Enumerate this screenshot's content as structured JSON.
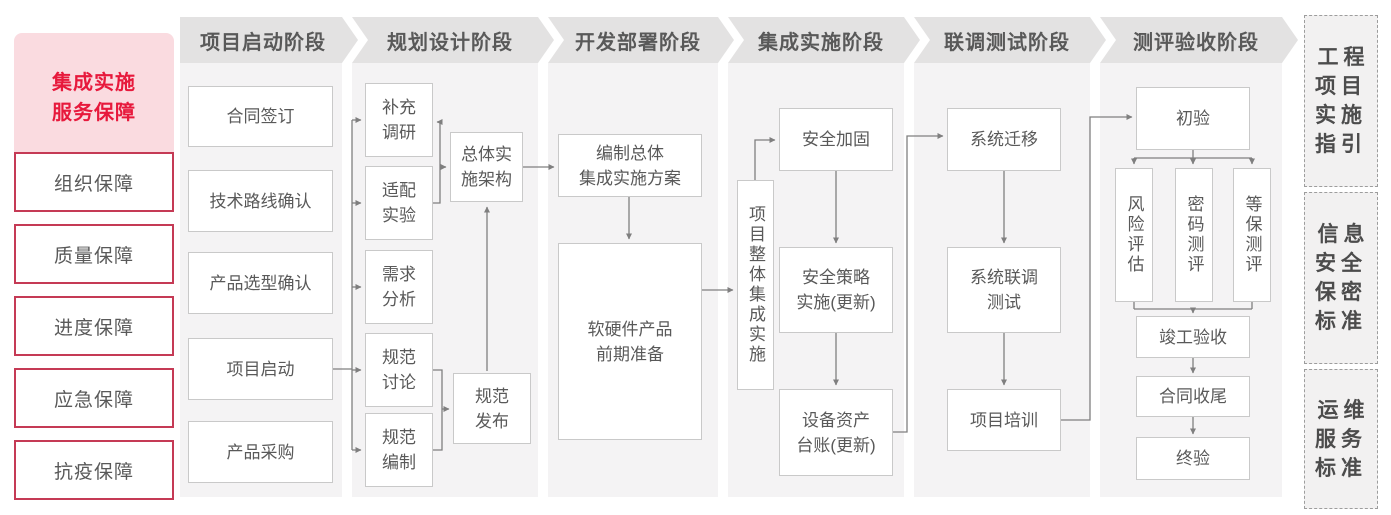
{
  "sidebar": {
    "title": "集成实施\n服务保障",
    "items": [
      "组织保障",
      "质量保障",
      "进度保障",
      "应急保障",
      "抗疫保障"
    ]
  },
  "phases": {
    "startup": {
      "label": "项目启动阶段",
      "boxes": {
        "contract_sign": "合同签订",
        "tech_route": "技术路线确认",
        "product_selection": "产品选型确认",
        "kickoff": "项目启动",
        "procurement": "产品采购"
      }
    },
    "planning": {
      "label": "规划设计阶段",
      "boxes": {
        "supplement_research": "补充\n调研",
        "adaptation_test": "适配\n实验",
        "requirement_analysis": "需求\n分析",
        "spec_discussion": "规范\n讨论",
        "spec_drafting": "规范\n编制",
        "overall_architecture": "总体实\n施架构",
        "spec_release": "规范\n发布"
      }
    },
    "development": {
      "label": "开发部署阶段",
      "boxes": {
        "overall_plan": "编制总体\n集成实施方案",
        "product_preparation": "软硬件产品\n前期准备"
      }
    },
    "integration": {
      "label": "集成实施阶段",
      "boxes": {
        "overall_integration": "项目整体集成实施",
        "security_hardening": "安全加固",
        "security_policy": "安全策略\n实施(更新)",
        "asset_ledger": "设备资产\n台账(更新)"
      }
    },
    "joint_testing": {
      "label": "联调测试阶段",
      "boxes": {
        "system_migration": "系统迁移",
        "joint_debug_test": "系统联调\n测试",
        "project_training": "项目培训"
      }
    },
    "acceptance": {
      "label": "测评验收阶段",
      "boxes": {
        "initial_acceptance": "初验",
        "risk_assessment": "风险评估",
        "crypto_evaluation": "密码测评",
        "mlps_evaluation": "等保测评",
        "completion_acceptance": "竣工验收",
        "contract_closure": "合同收尾",
        "final_acceptance": "终验"
      }
    }
  },
  "standards": {
    "engineering_guide": "工程\n项目\n实施\n指引",
    "security_standard": "信息\n安全\n保密\n标准",
    "operation_standard": "运维\n服务\n标准"
  },
  "colors": {
    "accent_red": "#e7193c",
    "pink_background": "#fadbe0",
    "red_border": "#c53a55",
    "header_gray": "#e3e2e2",
    "column_gray": "#f4f3f4",
    "line_gray": "#7f7f7f"
  }
}
